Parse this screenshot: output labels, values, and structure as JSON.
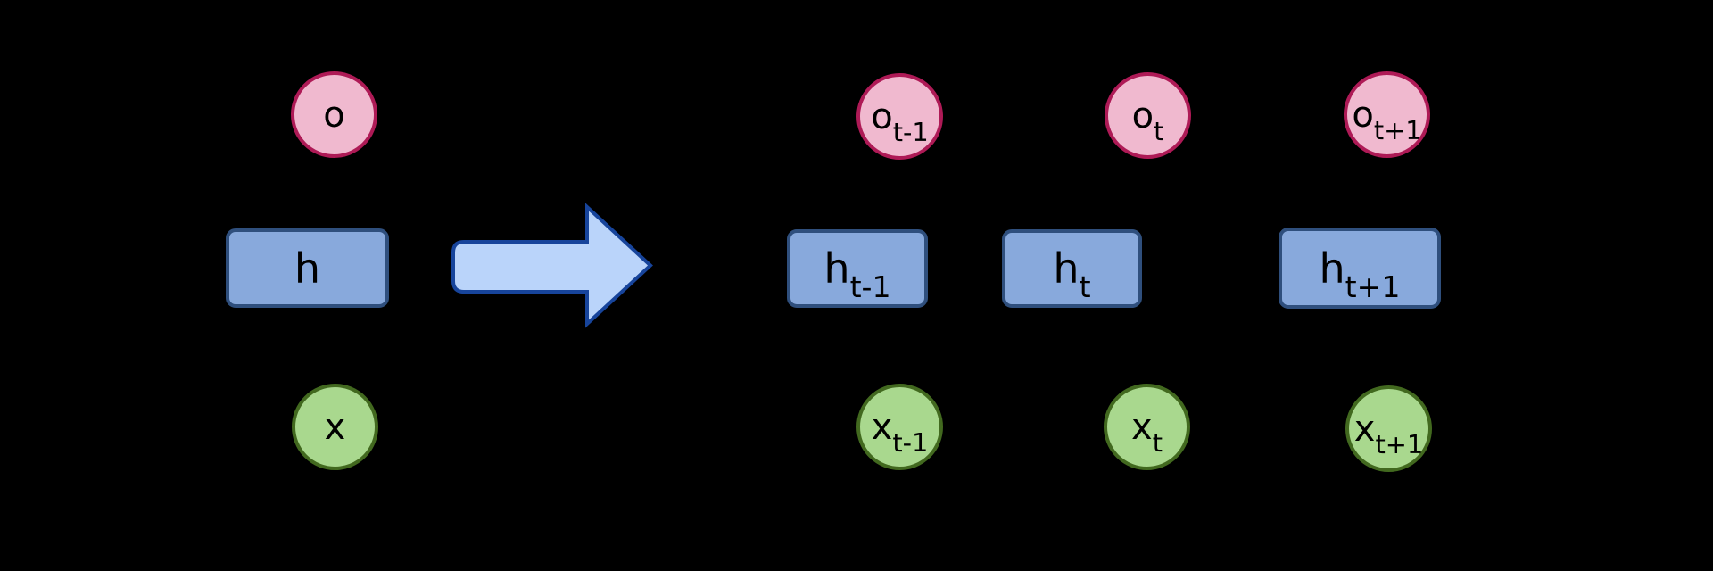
{
  "diagram_type": "rnn-unfold",
  "colors": {
    "bg": "#000000",
    "node-text": "#000000",
    "output-fill": "#F0B9CF",
    "output-stroke": "#AE1A56",
    "hidden-fill": "#88A9DC",
    "hidden-stroke": "#2F4F7D",
    "input-fill": "#A9D88E",
    "input-stroke": "#42691F",
    "arrow-fill": "#BAD4FA",
    "arrow-stroke": "#17449B"
  },
  "folded": {
    "output": {
      "base": "o",
      "sub": ""
    },
    "hidden": {
      "base": "h",
      "sub": ""
    },
    "input": {
      "base": "x",
      "sub": ""
    }
  },
  "unfold_arrow": {
    "direction": "right"
  },
  "unfolded": {
    "columns": [
      {
        "id": "t-1",
        "output": {
          "base": "o",
          "sub": "t-1"
        },
        "hidden": {
          "base": "h",
          "sub": "t-1"
        },
        "input": {
          "base": "x",
          "sub": "t-1"
        }
      },
      {
        "id": "t",
        "output": {
          "base": "o",
          "sub": "t"
        },
        "hidden": {
          "base": "h",
          "sub": "t"
        },
        "input": {
          "base": "x",
          "sub": "t"
        }
      },
      {
        "id": "t+1",
        "output": {
          "base": "o",
          "sub": "t+1"
        },
        "hidden": {
          "base": "h",
          "sub": "t+1"
        },
        "input": {
          "base": "x",
          "sub": "t+1"
        }
      }
    ]
  }
}
